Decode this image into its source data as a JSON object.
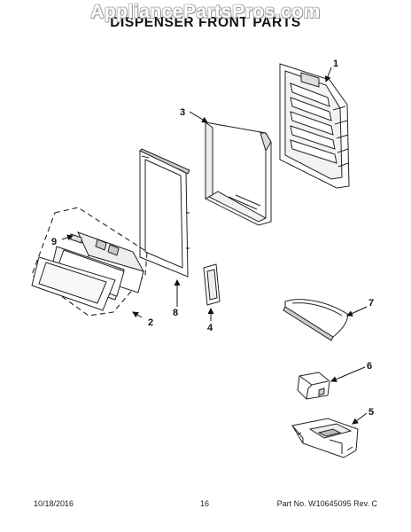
{
  "watermark": "AppliancePartsPros.com",
  "title": "DISPENSER FRONT PARTS",
  "callouts": {
    "c1": "1",
    "c2": "2",
    "c3": "3",
    "c4": "4",
    "c5": "5",
    "c6": "6",
    "c7": "7",
    "c8": "8",
    "c9": "9"
  },
  "footer": {
    "date": "10/18/2016",
    "page": "16",
    "part_number": "Part No. W10645095  Rev. C"
  }
}
